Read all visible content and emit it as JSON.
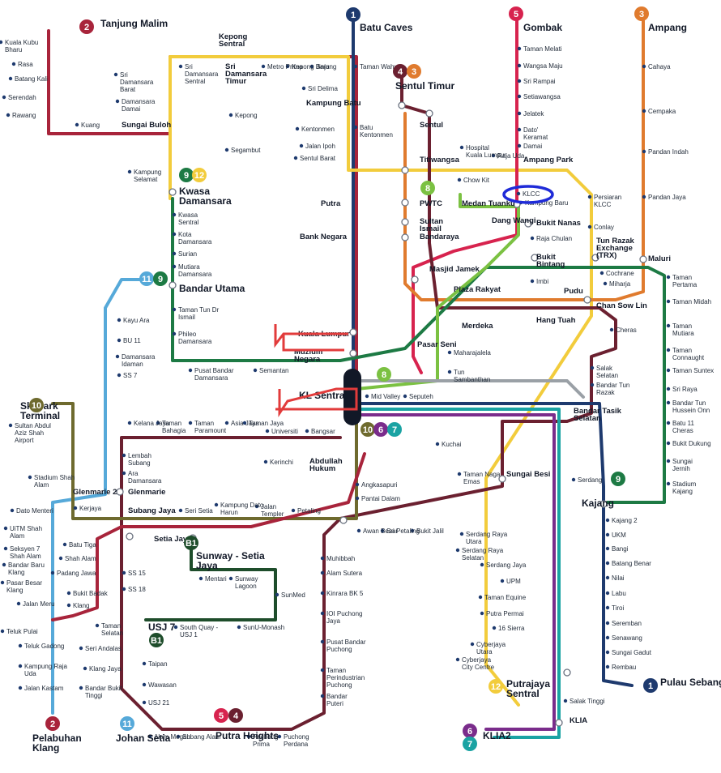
{
  "colors": {
    "red": "#a8243b",
    "yellow": "#f2cc3c",
    "navy": "#1e3a6e",
    "magenta": "#d7234e",
    "orange": "#e07b2e",
    "maroon": "#6b2030",
    "green": "#1d7a44",
    "lime": "#7bc142",
    "gray": "#9aa0a6",
    "lightblue": "#56a9d9",
    "olive": "#6e6a2e",
    "teal": "#1aa3a3",
    "purple": "#7a2c8b",
    "darkgreen": "#1e4d2b",
    "annotation_red": "#e23b3b",
    "annotation_blue": "#1f2bd8"
  },
  "line_badges": [
    {
      "id": "1",
      "color": "navy",
      "label": "Batu Caves"
    },
    {
      "id": "2",
      "color": "red",
      "label": "Tanjung Malim"
    },
    {
      "id": "3",
      "color": "orange",
      "label": "Ampang"
    },
    {
      "id": "4",
      "color": "maroon",
      "label": "Sentul Timur"
    },
    {
      "id": "5",
      "color": "magenta",
      "label": "Gombak"
    },
    {
      "id": "8",
      "color": "lime",
      "label": "KL Sentral"
    },
    {
      "id": "9",
      "color": "green",
      "label": "Kajang"
    },
    {
      "id": "10",
      "color": "olive",
      "label": "Skypark Terminal"
    },
    {
      "id": "11",
      "color": "lightblue",
      "label": "Johan Setia"
    },
    {
      "id": "12",
      "color": "yellow",
      "label": "Putrajaya Sentral"
    },
    {
      "id": "6",
      "color": "purple",
      "label": "KLIA2"
    },
    {
      "id": "7",
      "color": "teal",
      "label": "KLIA2"
    },
    {
      "id": "B1",
      "color": "darkgreen",
      "label": "Sunway - Setia Jaya"
    }
  ],
  "stations": {
    "terminus_major": [
      "Batu Caves",
      "Tanjung Malim",
      "Ampang",
      "Gombak",
      "Sentul Timur",
      "Kwasa Damansara",
      "Bandar Utama",
      "Skypark Terminal",
      "Kajang",
      "Pulau Sebang",
      "Pelabuhan Klang",
      "Johan Setia",
      "Putra Heights",
      "Putrajaya Sentral",
      "KLIA2",
      "KL Sentral",
      "Sunway - Setia Jaya",
      "USJ 7"
    ],
    "bold": [
      "Kepong Sentral",
      "Sri Damansara Timur",
      "Sungai Buloh",
      "Kampung Batu",
      "Sentul",
      "Titiwangsa",
      "Ampang Park",
      "Putra",
      "PWTC",
      "Medan Tuanku",
      "Sultan Ismail",
      "Bank Negara",
      "Bandaraya",
      "Dang Wangi",
      "Bukit Nanas",
      "Bukit Bintang",
      "Tun Razak Exchange (TRX)",
      "Maluri",
      "Masjid Jamek",
      "Plaza Rakyat",
      "Merdeka",
      "Hang Tuah",
      "Chan Sow Lin",
      "Pudu",
      "Pasar Seni",
      "Kuala Lumpur",
      "Muzium Negara",
      "Abdullah Hukum",
      "Bandar Tasik Selatan",
      "Glenmarie",
      "Glenmarie 2",
      "Subang Jaya",
      "Setia Jaya",
      "Sungai Besi",
      "KLIA",
      "Putrajaya Sentral",
      "Kajang"
    ],
    "list": [
      "Kuala Kubu Bharu",
      "Rasa",
      "Batang Kali",
      "Serendah",
      "Rawang",
      "Kuang",
      "Sri Damansara Barat",
      "Damansara Damai",
      "Kampung Selamat",
      "Sri Damansara Sentral",
      "Metro Prima",
      "Kepong Baru",
      "Jinjang",
      "Sri Delima",
      "Kepong",
      "Kentonmen",
      "Jalan Ipoh",
      "Sentul Barat",
      "Segambut",
      "Taman Wahyu",
      "Batu Kentonmen",
      "Taman Melati",
      "Wangsa Maju",
      "Sri Rampai",
      "Setiawangsa",
      "Jelatek",
      "Dato' Keramat",
      "Damai",
      "Cahaya",
      "Cempaka",
      "Pandan Indah",
      "Pandan Jaya",
      "Hospital Kuala Lumpur",
      "Raja Uda",
      "Chow Kit",
      "KLCC",
      "Kampung Baru",
      "Persiaran KLCC",
      "Conlay",
      "Raja Chulan",
      "Imbi",
      "Cochrane",
      "Miharja",
      "Taman Pertama",
      "Taman Midah",
      "Taman Mutiara",
      "Taman Connaught",
      "Taman Suntex",
      "Sri Raya",
      "Bandar Tun Hussein Onn",
      "Batu 11 Cheras",
      "Bukit Dukung",
      "Sungai Jernih",
      "Stadium Kajang",
      "Cheras",
      "Salak Selatan",
      "Bandar Tun Razak",
      "Maharajalela",
      "Tun Sambanthan",
      "Mid Valley",
      "Seputeh",
      "Salak Selatan",
      "Kwasa Sentral",
      "Kota Damansara",
      "Surian",
      "Mutiara Damansara",
      "Taman Tun Dr Ismail",
      "Phileo Damansara",
      "Pusat Bandar Damansara",
      "Semantan",
      "Kayu Ara",
      "BU 11",
      "Damansara Idaman",
      "SS 7",
      "Kelana Jaya",
      "Taman Bahagia",
      "Taman Paramount",
      "Asia Jaya",
      "Taman Jaya",
      "Universiti",
      "Kerinchi",
      "Bangsar",
      "Lembah Subang",
      "Ara Damansara",
      "Sultan Abdul Aziz Shah Airport",
      "Stadium Shah Alam",
      "Kerjaya",
      "Dato Menteri",
      "UiTM Shah Alam",
      "Seksyen 7 Shah Alam",
      "Bandar Baru Klang",
      "Pasar Besar Klang",
      "Jalan Meru",
      "Teluk Pulai",
      "Teluk Gadong",
      "Kampung Raja Uda",
      "Jalan Kastam",
      "Batu Tiga",
      "Shah Alam",
      "Padang Jawa",
      "Bukit Badak",
      "Klang",
      "Taman Selatan",
      "Seri Andalas",
      "Klang Jaya",
      "Bandar Bukit Tinggi",
      "SS 15",
      "SS 18",
      "Taipan",
      "Wawasan",
      "USJ 21",
      "Alam Megah",
      "Subang Alam",
      "Puchong Prima",
      "Puchong Perdana",
      "Seri Setia",
      "Kampung Dato Harun",
      "Jalan Templer",
      "Petaling",
      "Mentari",
      "Sunway Lagoon",
      "SunMed",
      "South Quay - USJ 1",
      "SunU-Monash",
      "Angkasapuri",
      "Pantai Dalam",
      "Kuchai",
      "Taman Naga Emas",
      "Awan Besar",
      "Sri Petaling",
      "Bukit Jalil",
      "Muhibbah",
      "Alam Sutera",
      "Kinrara BK 5",
      "IOI Puchong Jaya",
      "Pusat Bandar Puchong",
      "Taman Perindustrian Puchong",
      "Bandar Puteri",
      "Serdang Raya Utara",
      "Serdang Raya Selatan",
      "Serdang Jaya",
      "UPM",
      "Taman Equine",
      "Putra Permai",
      "16 Sierra",
      "Cyberjaya Utara",
      "Cyberjaya City Centre",
      "Salak Tinggi",
      "Serdang",
      "Kajang 2",
      "UKM",
      "Bangi",
      "Batang Benar",
      "Nilai",
      "Labu",
      "Tiroi",
      "Seremban",
      "Senawang",
      "Sungai Gadut",
      "Rembau"
    ]
  }
}
